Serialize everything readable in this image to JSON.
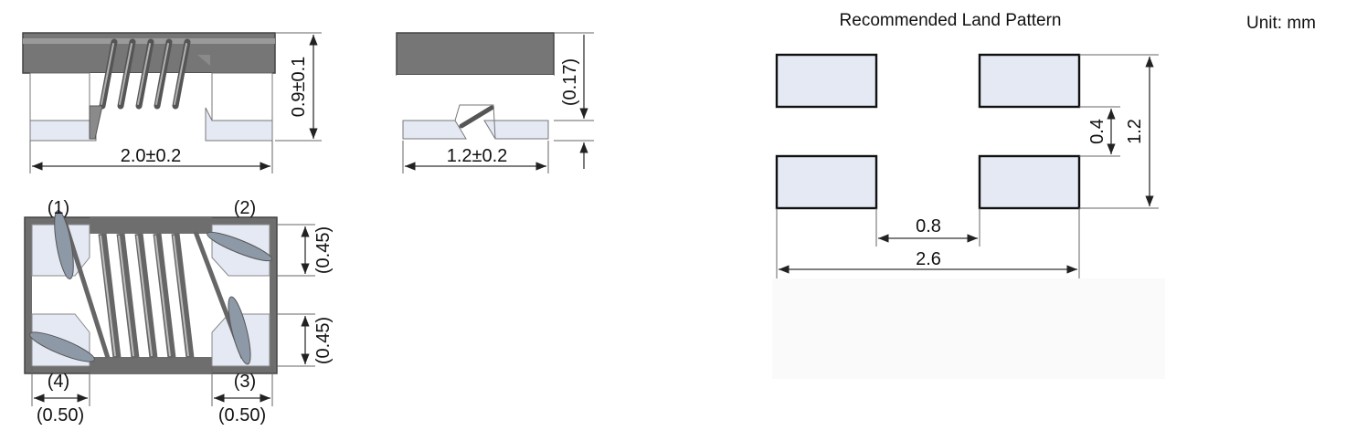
{
  "land_pattern": {
    "title": "Recommended Land Pattern",
    "unit": "Unit: mm",
    "dim_gap_horizontal": "0.8",
    "dim_total_width": "2.6",
    "dim_gap_vertical": "0.4",
    "dim_total_height": "1.2"
  },
  "side_view_front": {
    "dim_length": "2.0±0.2",
    "dim_height": "0.9±0.1"
  },
  "side_view_end": {
    "dim_width": "1.2±0.2",
    "dim_top": "(0.17)"
  },
  "top_view": {
    "pin_labels": [
      "(1)",
      "(2)",
      "(3)",
      "(4)"
    ],
    "dim_upper_pad": "(0.45)",
    "dim_lower_pad": "(0.45)",
    "dim_left_pad": "(0.50)",
    "dim_right_pad": "(0.50)"
  },
  "colors": {
    "body_gray": "#767676",
    "dark_gray": "#5d5d5d",
    "terminal": "#e5e9f4",
    "coil": "#8a8a8a",
    "outline": "#111111"
  }
}
